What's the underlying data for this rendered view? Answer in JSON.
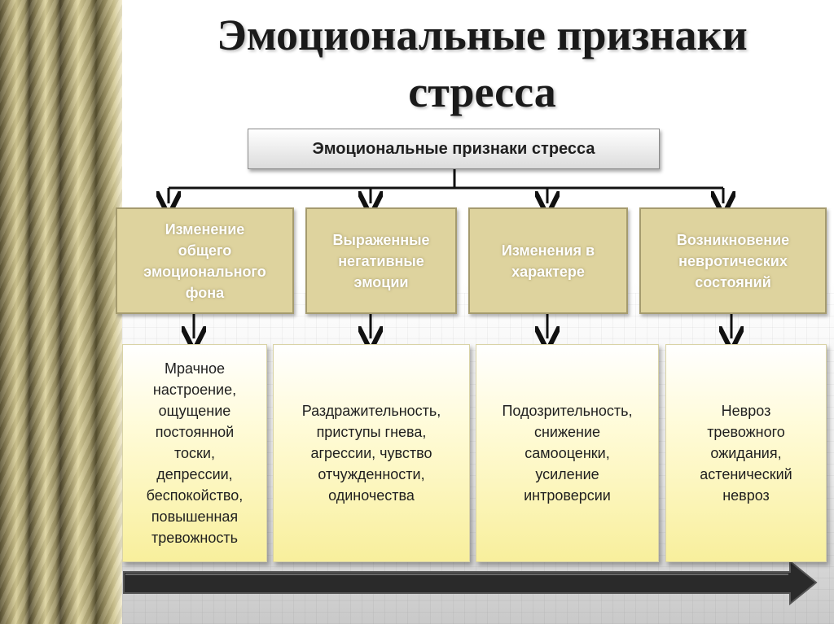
{
  "title": "Эмоциональные признаки\nстресса",
  "root": "Эмоциональные признаки стресса",
  "categories": [
    {
      "label": "Изменение\nобщего\nэмоционального\nфона",
      "detail": "Мрачное\nнастроение,\nощущение\nпостоянной\nтоски,\nдепрессии,\nбеспокойство,\nповышенная\nтревожность"
    },
    {
      "label": "Выраженные\nнегативные\nэмоции",
      "detail": "Раздражительность,\nприступы гнева,\nагрессии, чувство\nотчужденности,\nодиночества"
    },
    {
      "label": "Изменения в\nхарактере",
      "detail": "Подозрительность,\nснижение\nсамооценки,\nусиление\nинтроверсии"
    },
    {
      "label": "Возникновение\nневротических\nсостояний",
      "detail": "Невроз\nтревожного\nожидания,\nастенический\nневроз"
    }
  ],
  "colors": {
    "category_fill": "#ded39e",
    "detail_fill": "#fffbd6",
    "arrow": "#111111"
  }
}
